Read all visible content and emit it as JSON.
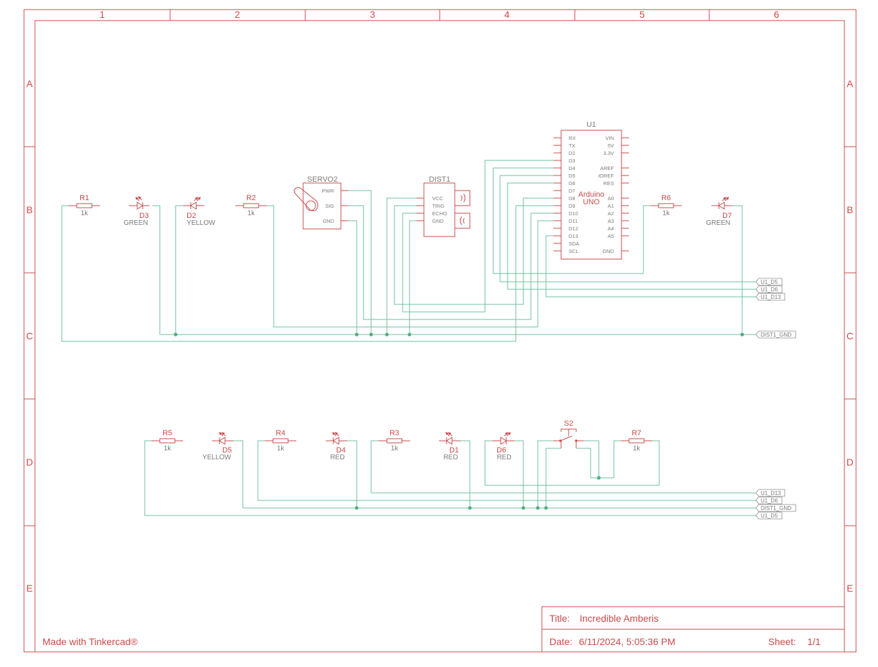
{
  "frame": {
    "columns": [
      "1",
      "2",
      "3",
      "4",
      "5",
      "6"
    ],
    "rows": [
      "A",
      "B",
      "C",
      "D",
      "E"
    ]
  },
  "components": {
    "R1": {
      "ref": "R1",
      "value": "1k"
    },
    "R2": {
      "ref": "R2",
      "value": "1k"
    },
    "R3": {
      "ref": "R3",
      "value": "1k"
    },
    "R4": {
      "ref": "R4",
      "value": "1k"
    },
    "R5": {
      "ref": "R5",
      "value": "1k"
    },
    "R6": {
      "ref": "R6",
      "value": "1k"
    },
    "R7": {
      "ref": "R7",
      "value": "1k"
    },
    "D1": {
      "ref": "D1",
      "value": "RED"
    },
    "D2": {
      "ref": "D2",
      "value": "YELLOW"
    },
    "D3": {
      "ref": "D3",
      "value": "GREEN"
    },
    "D4": {
      "ref": "D4",
      "value": "RED"
    },
    "D5": {
      "ref": "D5",
      "value": "YELLOW"
    },
    "D6": {
      "ref": "D6",
      "value": "RED"
    },
    "D7": {
      "ref": "D7",
      "value": "GREEN"
    },
    "S2": {
      "ref": "S2"
    },
    "SERVO2": {
      "ref": "SERVO2",
      "pins": [
        "PWR",
        "SIG",
        "GND"
      ]
    },
    "DIST1": {
      "ref": "DIST1",
      "pins": [
        "VCC",
        "TRIG",
        "ECHO",
        "GND"
      ]
    },
    "U1": {
      "ref": "U1",
      "name_line1": "Arduino",
      "name_line2": "UNO",
      "left_pins": [
        "RX",
        "TX",
        "D2",
        "D3",
        "D4",
        "D5",
        "D6",
        "D7",
        "D8",
        "D9",
        "D10",
        "D11",
        "D12",
        "D13",
        "SDA",
        "SCL"
      ],
      "right_pins": [
        "VIN",
        "5V",
        "3.3V",
        "",
        "AREF",
        "IOREF",
        "RES",
        "",
        "A0",
        "A1",
        "A2",
        "A3",
        "A4",
        "A5",
        "",
        "GND"
      ]
    }
  },
  "net_labels": {
    "top": [
      "U1_D5",
      "U1_D6",
      "U1_D13",
      "DIST1_GND"
    ],
    "bottom": [
      "U1_D13",
      "U1_D6",
      "DIST1_GND",
      "U1_D5"
    ]
  },
  "title_block": {
    "title_label": "Title:",
    "title": "Incredible Amberis",
    "date_label": "Date:",
    "date": "6/11/2024, 5:05:36 PM",
    "sheet_label": "Sheet:",
    "sheet": "1/1",
    "credit": "Made with Tinkercad®"
  },
  "colors": {
    "symbol": "#c94a4a",
    "wire": "#6dbf9c",
    "junction": "#4fae84",
    "text": "#7a7a7a"
  }
}
